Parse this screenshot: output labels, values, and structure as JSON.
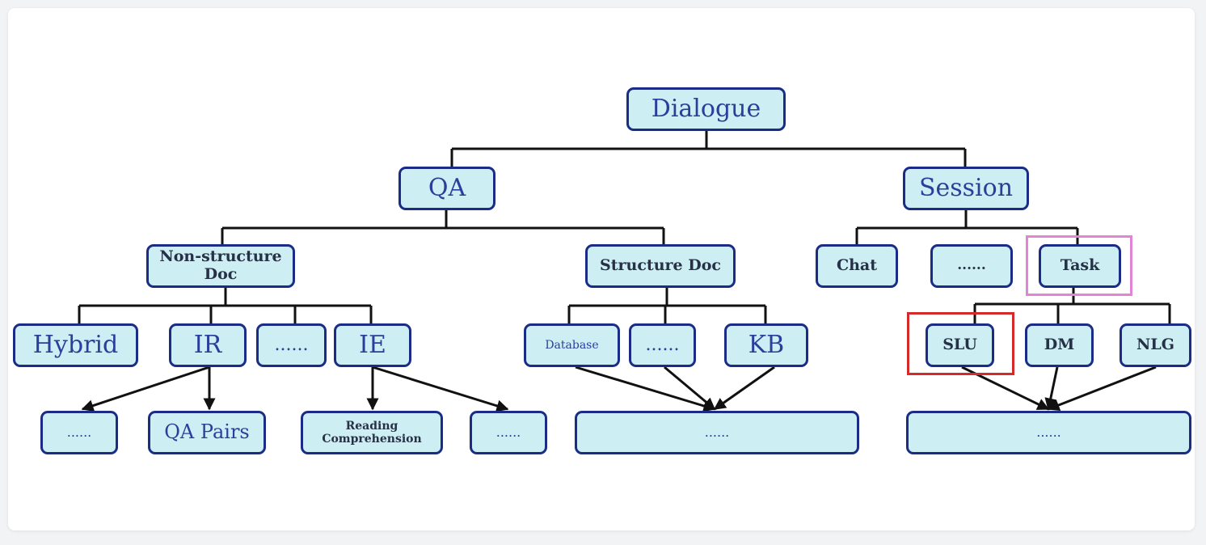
{
  "nodes": {
    "dialogue": "Dialogue",
    "qa": "QA",
    "session": "Session",
    "non_structure_doc": "Non-structure Doc",
    "structure_doc": "Structure Doc",
    "chat": "Chat",
    "session_ellipsis": "......",
    "task": "Task",
    "hybrid": "Hybrid",
    "ir": "IR",
    "nsd_ellipsis": "......",
    "ie": "IE",
    "database": "Database",
    "sd_ellipsis": "......",
    "kb": "KB",
    "slu": "SLU",
    "dm": "DM",
    "nlg": "NLG",
    "ir_ellipsis": "......",
    "qa_pairs": "QA Pairs",
    "reading_comprehension": "Reading Comprehension",
    "ie_ellipsis": "......",
    "structure_leaf_ellipsis": "......",
    "task_leaf_ellipsis": "......"
  },
  "colors": {
    "node_fill": "#cdeef2",
    "node_border": "#1a2c86",
    "node_text": "#2a3f9b",
    "bold_text": "#263046",
    "edge": "#111111",
    "highlight_task": "#e184d6",
    "highlight_slu": "#d42a2a"
  }
}
